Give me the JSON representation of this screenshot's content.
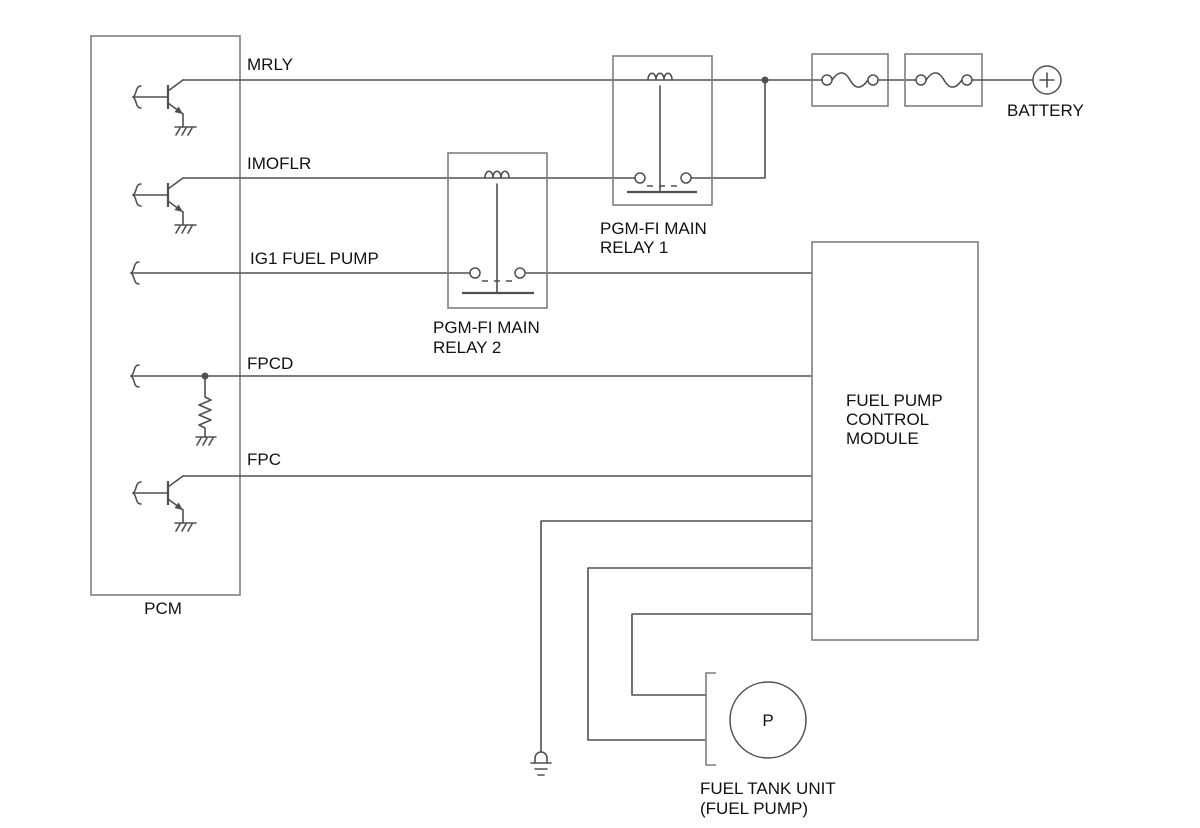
{
  "diagram": {
    "colors": {
      "wire": "#505050",
      "box": "#7f7f7f",
      "text": "#111111",
      "background": "#ffffff"
    },
    "pcm": {
      "label": "PCM"
    },
    "wires": {
      "mrly": "MRLY",
      "imoflr": "IMOFLR",
      "ig1_fuel_pump": "IG1 FUEL PUMP",
      "fpcd": "FPCD",
      "fpc": "FPC"
    },
    "relay_1": {
      "label": [
        "PGM-FI MAIN",
        "RELAY 1"
      ]
    },
    "relay_2": {
      "label": [
        "PGM-FI MAIN",
        "RELAY 2"
      ]
    },
    "fuel_pump_control_module": {
      "label": [
        "FUEL PUMP",
        "CONTROL",
        "MODULE"
      ]
    },
    "battery": {
      "label": "BATTERY"
    },
    "fuel_tank_unit": {
      "label": [
        "FUEL TANK UNIT",
        "(FUEL PUMP)"
      ],
      "pump_symbol": "P"
    }
  }
}
